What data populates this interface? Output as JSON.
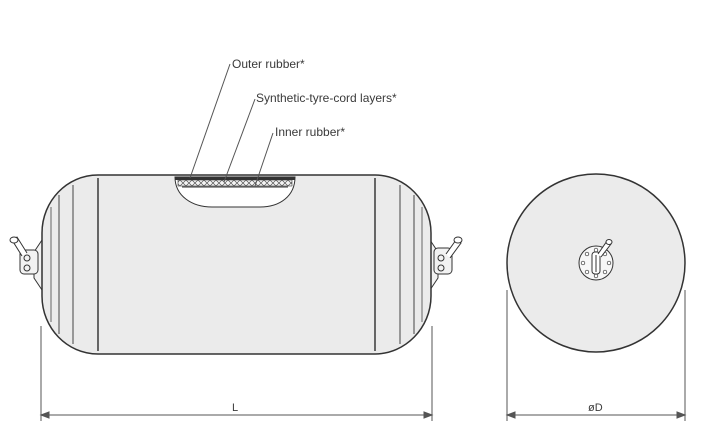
{
  "labels": {
    "outer_rubber": "Outer rubber*",
    "cord_layers": "Synthetic-tyre-cord layers*",
    "inner_rubber": "Inner rubber*"
  },
  "dimensions": {
    "length": "L",
    "diameter": "øD"
  },
  "colors": {
    "body_fill": "#ebebeb",
    "outline": "#333333",
    "leader": "#555555"
  }
}
